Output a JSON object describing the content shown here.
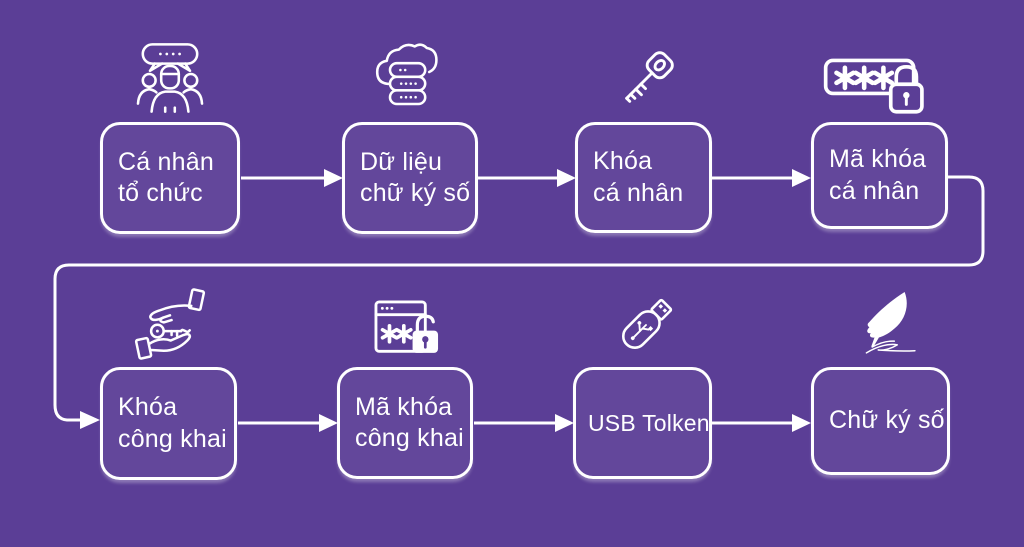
{
  "diagram": {
    "colors": {
      "background": "#5b3e96",
      "stroke": "#ffffff",
      "text": "#ffffff"
    },
    "nodes": [
      {
        "id": "ca-nhan-to-chuc",
        "label": "Cá nhân\ntổ chức",
        "icon": "people-group-icon"
      },
      {
        "id": "du-lieu-chu-ky-so",
        "label": "Dữ liệu\nchữ ký số",
        "icon": "cloud-database-icon"
      },
      {
        "id": "khoa-ca-nhan",
        "label": "Khóa\ncá nhân",
        "icon": "key-icon"
      },
      {
        "id": "ma-khoa-ca-nhan",
        "label": "Mã khóa\ncá nhân",
        "icon": "password-lock-icon"
      },
      {
        "id": "khoa-cong-khai",
        "label": "Khóa\ncông khai",
        "icon": "hands-key-icon"
      },
      {
        "id": "ma-khoa-cong-khai",
        "label": "Mã khóa\ncông khai",
        "icon": "browser-lock-icon"
      },
      {
        "id": "usb-token",
        "label": "USB Tolken",
        "icon": "usb-drive-icon"
      },
      {
        "id": "chu-ky-so",
        "label": "Chữ ký số",
        "icon": "quill-feather-icon"
      }
    ],
    "edges": [
      {
        "from": "ca-nhan-to-chuc",
        "to": "du-lieu-chu-ky-so"
      },
      {
        "from": "du-lieu-chu-ky-so",
        "to": "khoa-ca-nhan"
      },
      {
        "from": "khoa-ca-nhan",
        "to": "ma-khoa-ca-nhan"
      },
      {
        "from": "ma-khoa-ca-nhan",
        "to": "khoa-cong-khai"
      },
      {
        "from": "khoa-cong-khai",
        "to": "ma-khoa-cong-khai"
      },
      {
        "from": "ma-khoa-cong-khai",
        "to": "usb-token"
      },
      {
        "from": "usb-token",
        "to": "chu-ky-so"
      }
    ]
  }
}
